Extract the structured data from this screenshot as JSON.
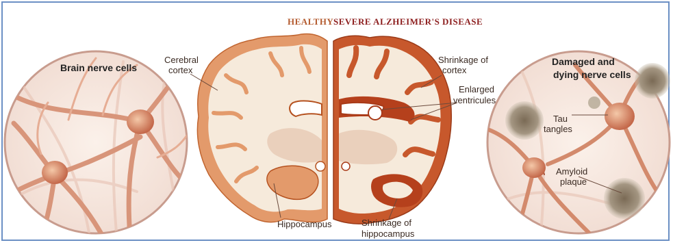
{
  "header": {
    "healthy": "HEALTHY",
    "severe": "SEVERE ALZHEIMER'S DISEASE"
  },
  "colors": {
    "title_healthy": "#b35a2e",
    "title_severe": "#8c1d1d",
    "cortex": "#e39a6b",
    "cortex_dark": "#a8401e",
    "brain_fill": "#f6eadb",
    "frame": "#6b8fc4"
  },
  "labels": {
    "left_circle": "Brain nerve cells",
    "cerebral_cortex_1": "Cerebral",
    "cerebral_cortex_2": "cortex",
    "hippocampus": "Hippocampus",
    "shrink_cortex_1": "Shrinkage of",
    "shrink_cortex_2": "cortex",
    "enlarged_1": "Enlarged",
    "enlarged_2": "ventricules",
    "shrink_hippo_1": "Shrinkage of",
    "shrink_hippo_2": "hippocampus",
    "damaged_1": "Damaged and",
    "damaged_2": "dying nerve cells",
    "tau_1": "Tau",
    "tau_2": "tangles",
    "amyloid_1": "Amyloid",
    "amyloid_2": "plaque"
  }
}
